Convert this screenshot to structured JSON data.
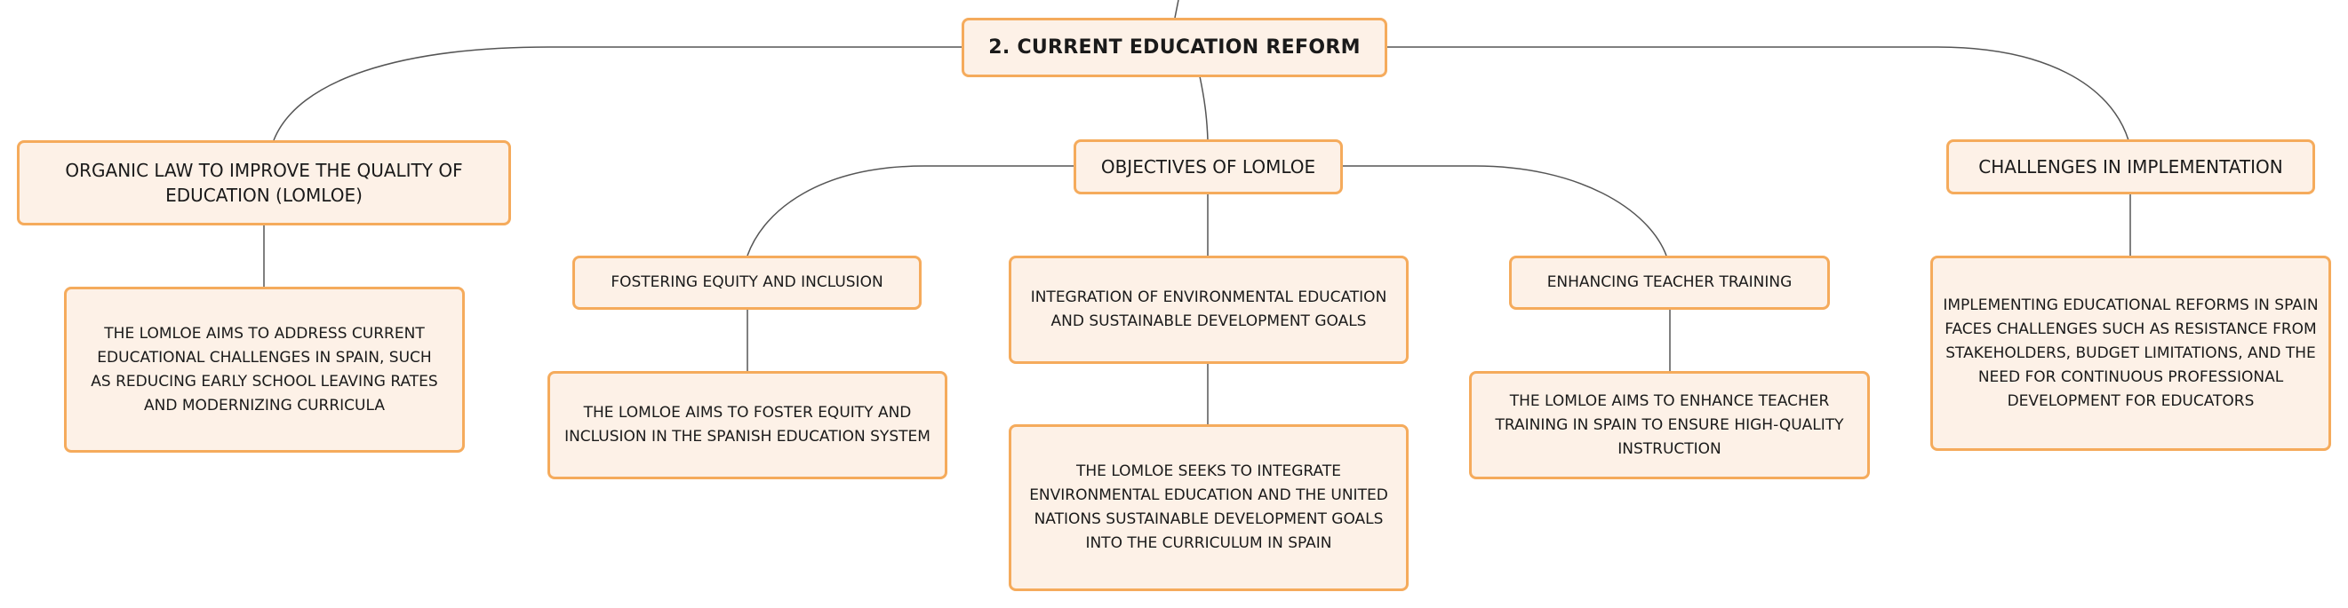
{
  "colors": {
    "node_fill": "#fdf1e7",
    "node_border": "#f5ab5c",
    "connector": "#555555"
  },
  "mindmap": {
    "root": {
      "label": "2. CURRENT EDUCATION REFORM"
    },
    "lomloe": {
      "label": "ORGANIC LAW TO IMPROVE THE QUALITY OF EDUCATION (LOMLOE)",
      "detail": "THE LOMLOE AIMS TO ADDRESS CURRENT EDUCATIONAL CHALLENGES IN SPAIN, SUCH AS REDUCING EARLY SCHOOL LEAVING RATES AND MODERNIZING CURRICULA"
    },
    "objectives": {
      "label": "OBJECTIVES OF LOMLOE",
      "children": [
        {
          "label": "FOSTERING EQUITY AND INCLUSION",
          "detail": "THE LOMLOE AIMS TO FOSTER EQUITY AND INCLUSION IN THE SPANISH EDUCATION SYSTEM"
        },
        {
          "label": "INTEGRATION OF ENVIRONMENTAL EDUCATION AND SUSTAINABLE DEVELOPMENT GOALS",
          "detail": "THE LOMLOE SEEKS TO INTEGRATE ENVIRONMENTAL EDUCATION AND THE UNITED NATIONS SUSTAINABLE DEVELOPMENT GOALS INTO THE CURRICULUM IN SPAIN"
        },
        {
          "label": "ENHANCING TEACHER TRAINING",
          "detail": "THE LOMLOE AIMS TO ENHANCE TEACHER TRAINING IN SPAIN TO ENSURE HIGH-QUALITY INSTRUCTION"
        }
      ]
    },
    "challenges": {
      "label": "CHALLENGES IN IMPLEMENTATION",
      "detail": "IMPLEMENTING EDUCATIONAL REFORMS IN SPAIN FACES CHALLENGES SUCH AS RESISTANCE FROM STAKEHOLDERS, BUDGET LIMITATIONS, AND THE NEED FOR CONTINUOUS PROFESSIONAL DEVELOPMENT FOR EDUCATORS"
    }
  }
}
